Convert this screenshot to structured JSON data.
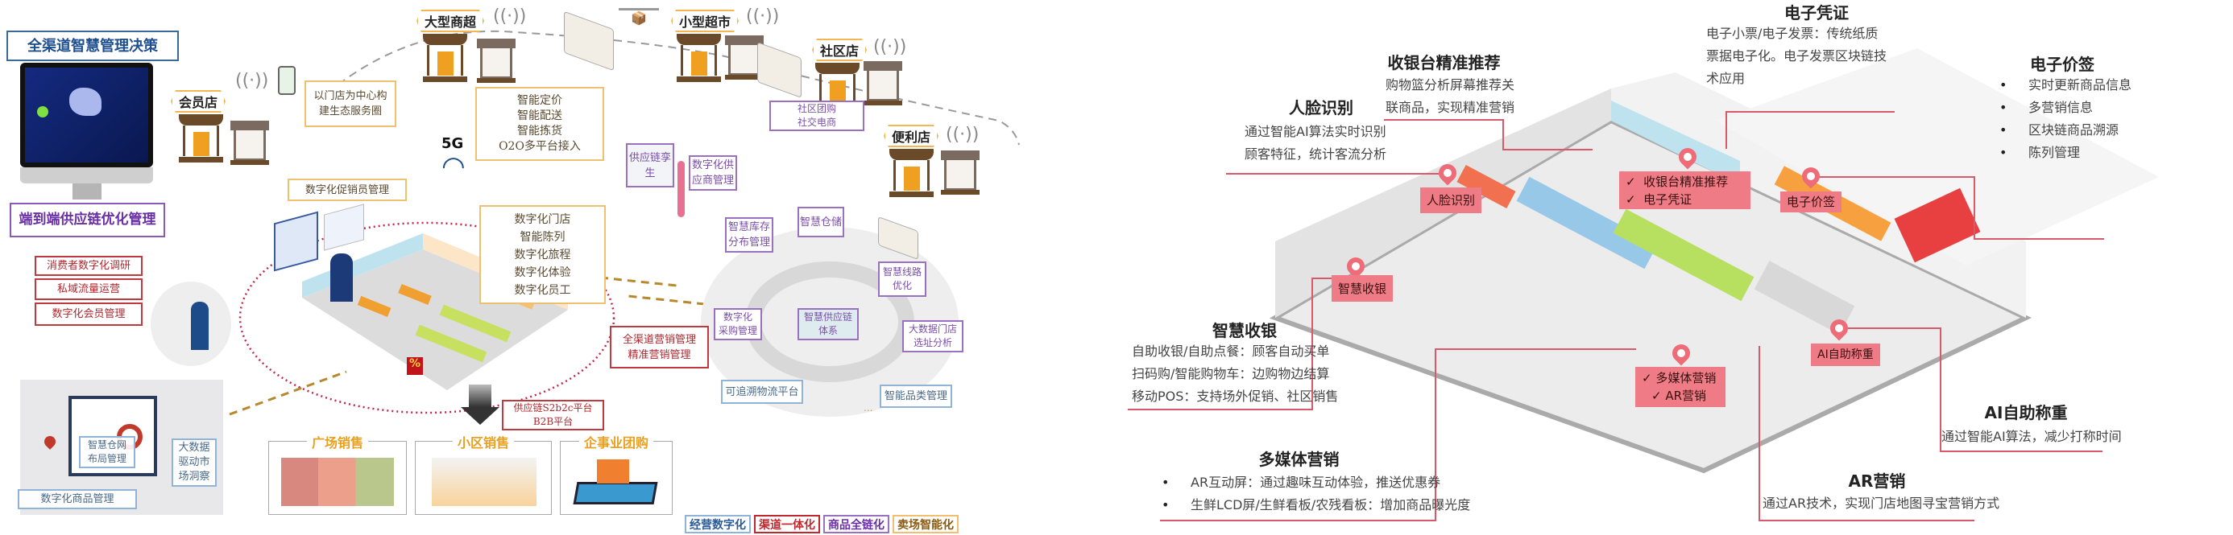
{
  "left": {
    "decision_title": "全渠道智慧管理决策",
    "supply_chain_title": "端到端供应链优化管理",
    "stores": {
      "member": "会员店",
      "hypermarket": "大型商超",
      "mini_market": "小型超市",
      "community": "社区店",
      "convenience": "便利店"
    },
    "ecosystem_box": [
      "以门店为中心构",
      "建生态服务圈"
    ],
    "hypermarket_box": [
      "智能定价",
      "智能配送",
      "智能拣货",
      "O2O多平台接入"
    ],
    "community_box": [
      "社区团购",
      "社交电商"
    ],
    "promoter_box": "数字化促销员管理",
    "network_label": "5G",
    "digital_store_box": [
      "数字化门店",
      "智能陈列",
      "数字化旅程",
      "数字化体验",
      "数字化员工"
    ],
    "consumer_boxes": [
      "消费者数字化调研",
      "私域流量运营",
      "数字化会员管理"
    ],
    "omnichannel_box": [
      "全渠道营销管理",
      "精准营销管理"
    ],
    "platform_box": [
      "供应链S2b2c平台",
      "B2B平台"
    ],
    "supply_twin_box": [
      "供应链孪",
      "生"
    ],
    "supplier_box": [
      "数字化供",
      "应商管理"
    ],
    "inventory_box": [
      "智慧库存",
      "分布管理"
    ],
    "warehouse_box": "智慧仓储",
    "route_box": [
      "智慧线路",
      "优化"
    ],
    "procurement_box": [
      "数字化",
      "采购管理"
    ],
    "supply_system_box": [
      "智慧供应链",
      "体系"
    ],
    "site_box": [
      "大数据门店",
      "选址分析"
    ],
    "logistics_box": "可追溯物流平台",
    "category_box": "智能品类管理",
    "ellipsis": "...",
    "warehouse_net_box": [
      "智慧仓网",
      "布局管理"
    ],
    "bigdata_box": [
      "大数据",
      "驱动市",
      "场洞察"
    ],
    "product_mgmt_box": "数字化商品管理",
    "sales_cards": [
      "广场销售",
      "小区销售",
      "企事业团购"
    ],
    "legend": [
      {
        "label": "经营数字化",
        "color": "#4a7fb8"
      },
      {
        "label": "渠道一体化",
        "color": "#c0282e"
      },
      {
        "label": "商品全链化",
        "color": "#7a4ea8"
      },
      {
        "label": "卖场智能化",
        "color": "#e0a030"
      }
    ],
    "monitor_sign": "%"
  },
  "right": {
    "face": {
      "title": "人脸识别",
      "lines": [
        "通过智能AI算法实时识别",
        "顾客特征，统计客流分析"
      ],
      "tag": "人脸识别"
    },
    "checkout_rec": {
      "title": "收银台精准推荐",
      "lines": [
        "购物篮分析屏幕推荐关",
        "联商品，实现精准营销"
      ]
    },
    "e_voucher": {
      "title": "电子凭证",
      "lines": [
        "电子小票/电子发票：传统纸质",
        "票据电子化。电子发票区块链技",
        "术应用"
      ]
    },
    "e_label": {
      "title": "电子价签",
      "bullets": [
        "实时更新商品信息",
        "多营销信息",
        "区块链商品溯源",
        "陈列管理"
      ],
      "tag": "电子价签"
    },
    "checkout_tag": [
      "收银台精准推荐",
      "电子凭证"
    ],
    "smart_cashier": {
      "title": "智慧收银",
      "lines": [
        "自助收银/自助点餐：顾客自动买单",
        "扫码购/智能购物车：边购物边结算",
        "移动POS：支持场外促销、社区销售"
      ],
      "tag": "智慧收银"
    },
    "multimedia": {
      "title": "多媒体营销",
      "bullets": [
        "AR互动屏：通过趣味互动体验，推送优惠券",
        "生鲜LCD屏/生鲜看板/农残看板：增加商品曝光度"
      ]
    },
    "multimedia_tag": [
      "多媒体营销",
      "AR营销"
    ],
    "check_mark": "✓",
    "ai_weigh": {
      "title": "AI自助称重",
      "lines": [
        "通过智能AI算法，减少打称时间"
      ],
      "tag": "AI自助称重"
    },
    "ar": {
      "title": "AR营销",
      "lines": [
        "通过AR技术，实现门店地图寻宝营销方式"
      ]
    }
  }
}
